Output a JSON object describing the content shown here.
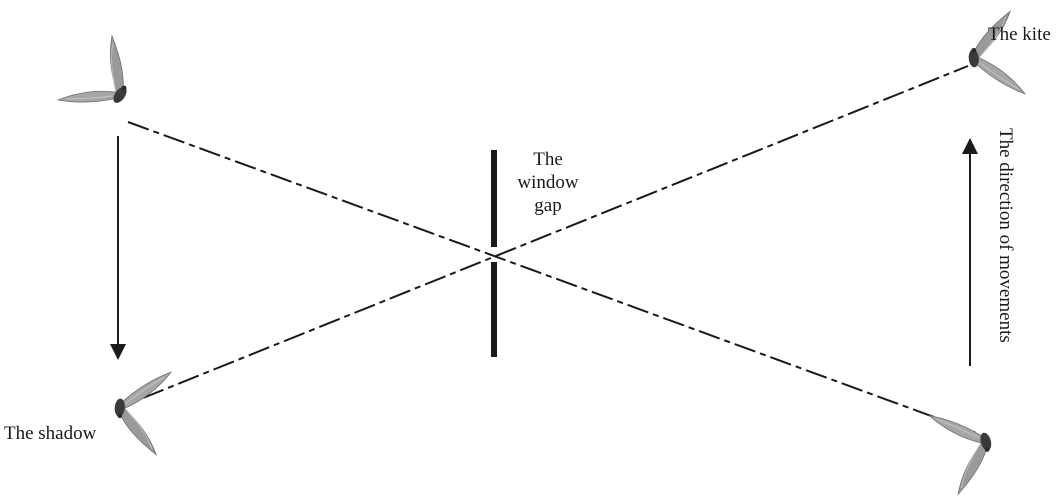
{
  "diagram": {
    "labels": {
      "kite": "The kite",
      "shadow": "The shadow",
      "window_gap_lines": [
        "The",
        "window",
        "gap"
      ],
      "direction": "The direction of movements"
    },
    "bird_icons": [
      "bird-icon",
      "bird-icon",
      "bird-icon",
      "bird-icon"
    ],
    "colors": {
      "line": "#1a1a1a",
      "bird_wing": "#9a9a9a",
      "bird_body": "#3a3a3a"
    }
  }
}
